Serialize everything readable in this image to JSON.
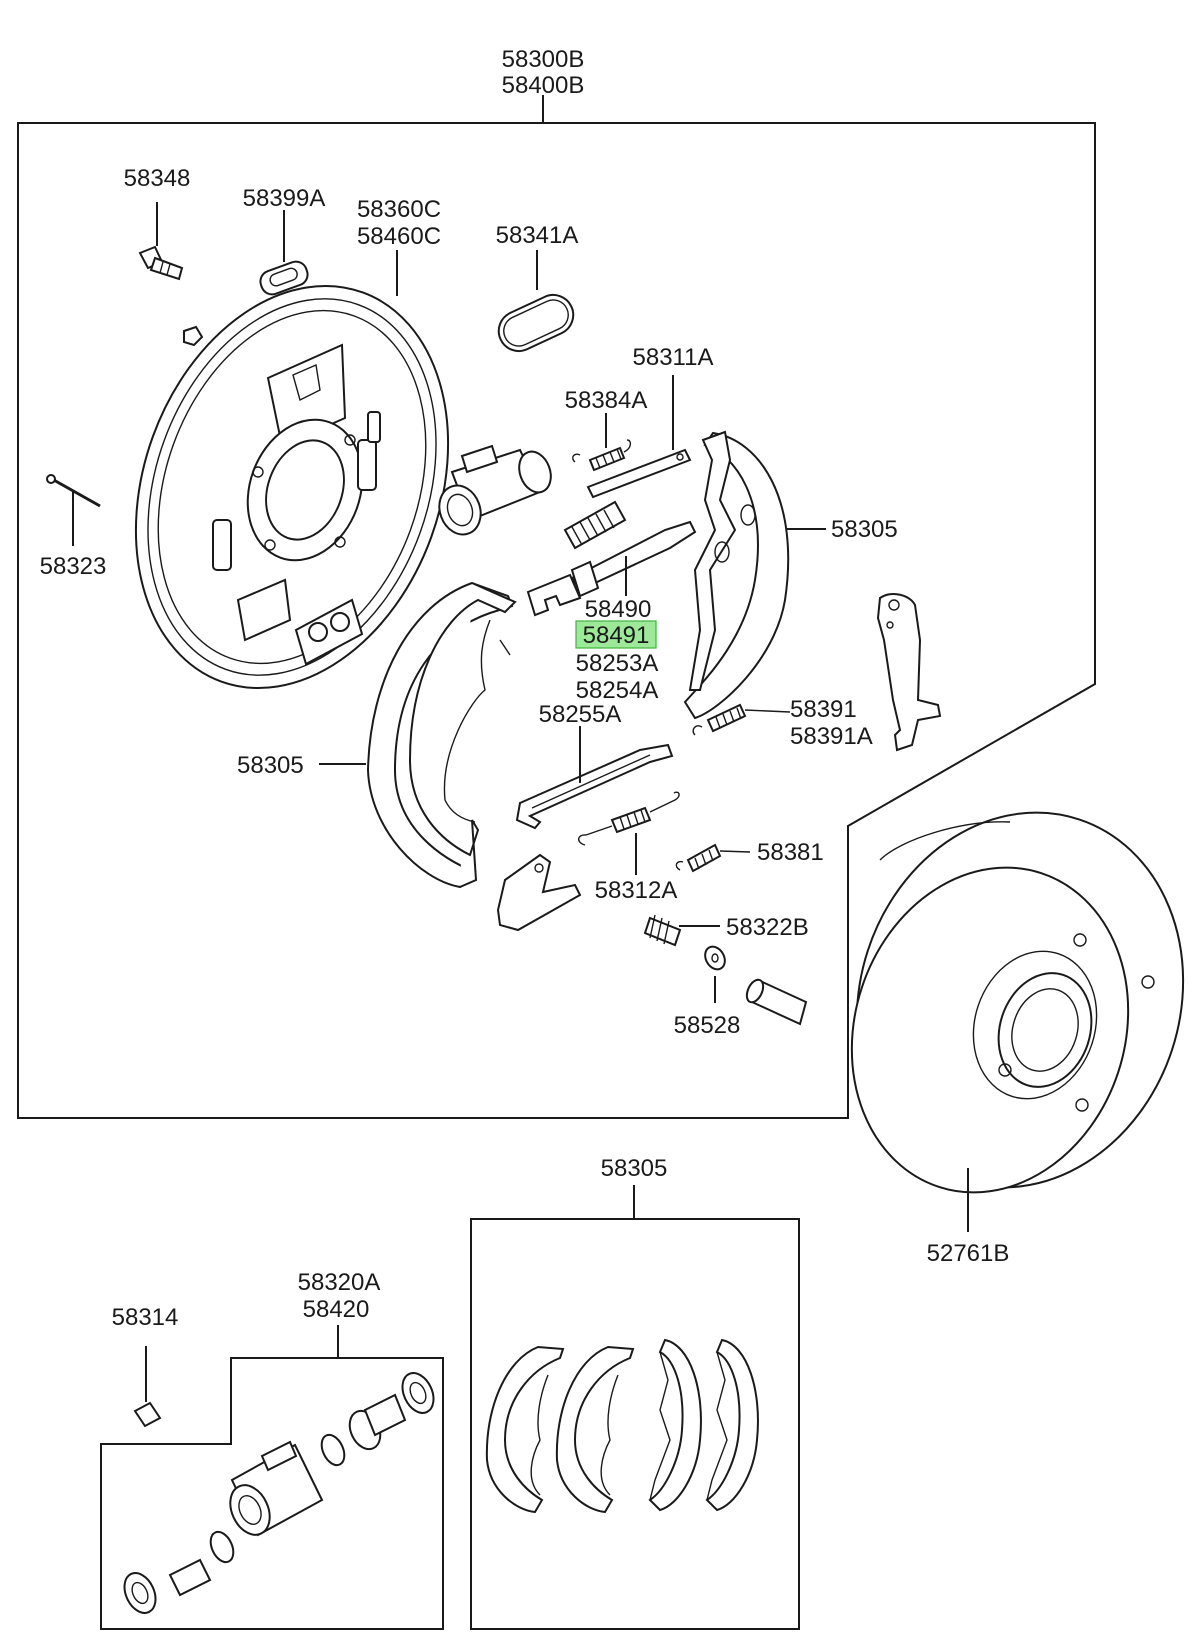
{
  "labels": {
    "assembly_top_1": "58300B",
    "assembly_top_2": "58400B",
    "p58348": "58348",
    "p58399A": "58399A",
    "p58360C": "58360C",
    "p58460C": "58460C",
    "p58341A": "58341A",
    "p58311A": "58311A",
    "p58384A": "58384A",
    "p58305_right": "58305",
    "p58323": "58323",
    "p58490": "58490",
    "p58491": "58491",
    "p58253A": "58253A",
    "p58254A": "58254A",
    "p58255A": "58255A",
    "p58391": "58391",
    "p58391A": "58391A",
    "p58305_left": "58305",
    "p58381": "58381",
    "p58312A": "58312A",
    "p58322B": "58322B",
    "p58528": "58528",
    "p52761B": "52761B",
    "p58305_kit": "58305",
    "p58320A": "58320A",
    "p58420": "58420",
    "p58314": "58314"
  },
  "highlighted_part": "58491",
  "colors": {
    "line": "#1a1a1a",
    "highlight_fill": "#9ee89a",
    "highlight_border": "#3fb53b",
    "background": "#ffffff"
  }
}
